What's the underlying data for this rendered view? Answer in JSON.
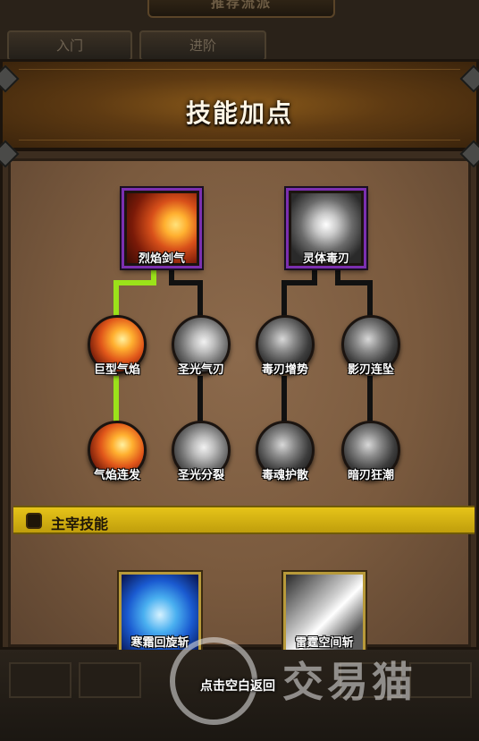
{
  "background": {
    "banner_label": "推荐流派",
    "tabs": [
      {
        "label": "入门"
      },
      {
        "label": "进阶"
      }
    ]
  },
  "dialog": {
    "title": "技能加点",
    "skill_tree": {
      "roots": [
        {
          "label": "烈焰剑气",
          "icon": "flame-sword-icon"
        },
        {
          "label": "灵体毒刃",
          "icon": "spirit-dagger-icon"
        }
      ],
      "tier2": [
        {
          "label": "巨型气焰",
          "icon": "giant-flame-icon"
        },
        {
          "label": "圣光气刃",
          "icon": "holy-blade-icon"
        },
        {
          "label": "毒刃增势",
          "icon": "poison-blade-icon"
        },
        {
          "label": "影刃连坠",
          "icon": "shadow-blades-icon"
        }
      ],
      "tier3": [
        {
          "label": "气焰连发",
          "icon": "flame-burst-icon"
        },
        {
          "label": "圣光分裂",
          "icon": "holy-split-icon"
        },
        {
          "label": "毒魂护散",
          "icon": "poison-soul-icon"
        },
        {
          "label": "暗刃狂潮",
          "icon": "dark-blade-tide-icon"
        }
      ],
      "active_path_color": "#9be21a",
      "inactive_path_color": "#111111"
    },
    "mastery": {
      "label": "主宰技能",
      "skills": [
        {
          "label": "寒霜回旋斩",
          "icon": "frost-whirl-icon"
        },
        {
          "label": "雷霆空间斩",
          "icon": "thunder-slash-icon"
        }
      ]
    }
  },
  "footer": {
    "hint": "点击空白返回",
    "watermark_text": "交易猫"
  },
  "colors": {
    "root_border": "#7b2fb0",
    "mastery_bar": "#e6c419",
    "mastery_border": "#b89a3a"
  }
}
